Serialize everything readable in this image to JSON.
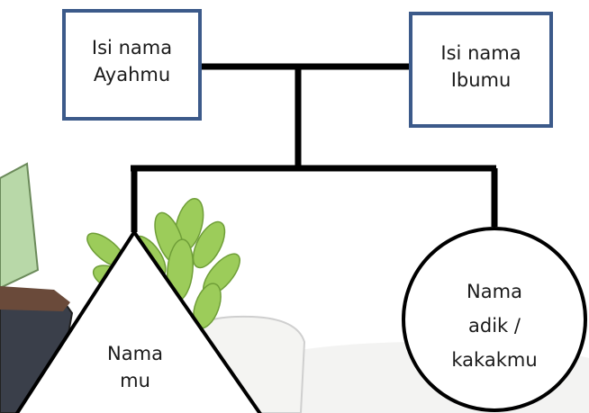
{
  "father_box": {
    "text": "Isi nama\nAyahmu"
  },
  "mother_box": {
    "text": "Isi nama\nIbumu"
  },
  "self_triangle": {
    "text": "Nama\nmu"
  },
  "sibling_circle": {
    "text": "Nama\nadik /\nkakakmu"
  },
  "colors": {
    "box_border": "#3c5a8a",
    "connector": "#000000",
    "plant_green": "#9ccc5a",
    "pot": "#f4f4f2",
    "book_green": "#b8d8a8",
    "book_dark": "#3a3f4a"
  },
  "background_illustration": "succulent-plant-and-books"
}
